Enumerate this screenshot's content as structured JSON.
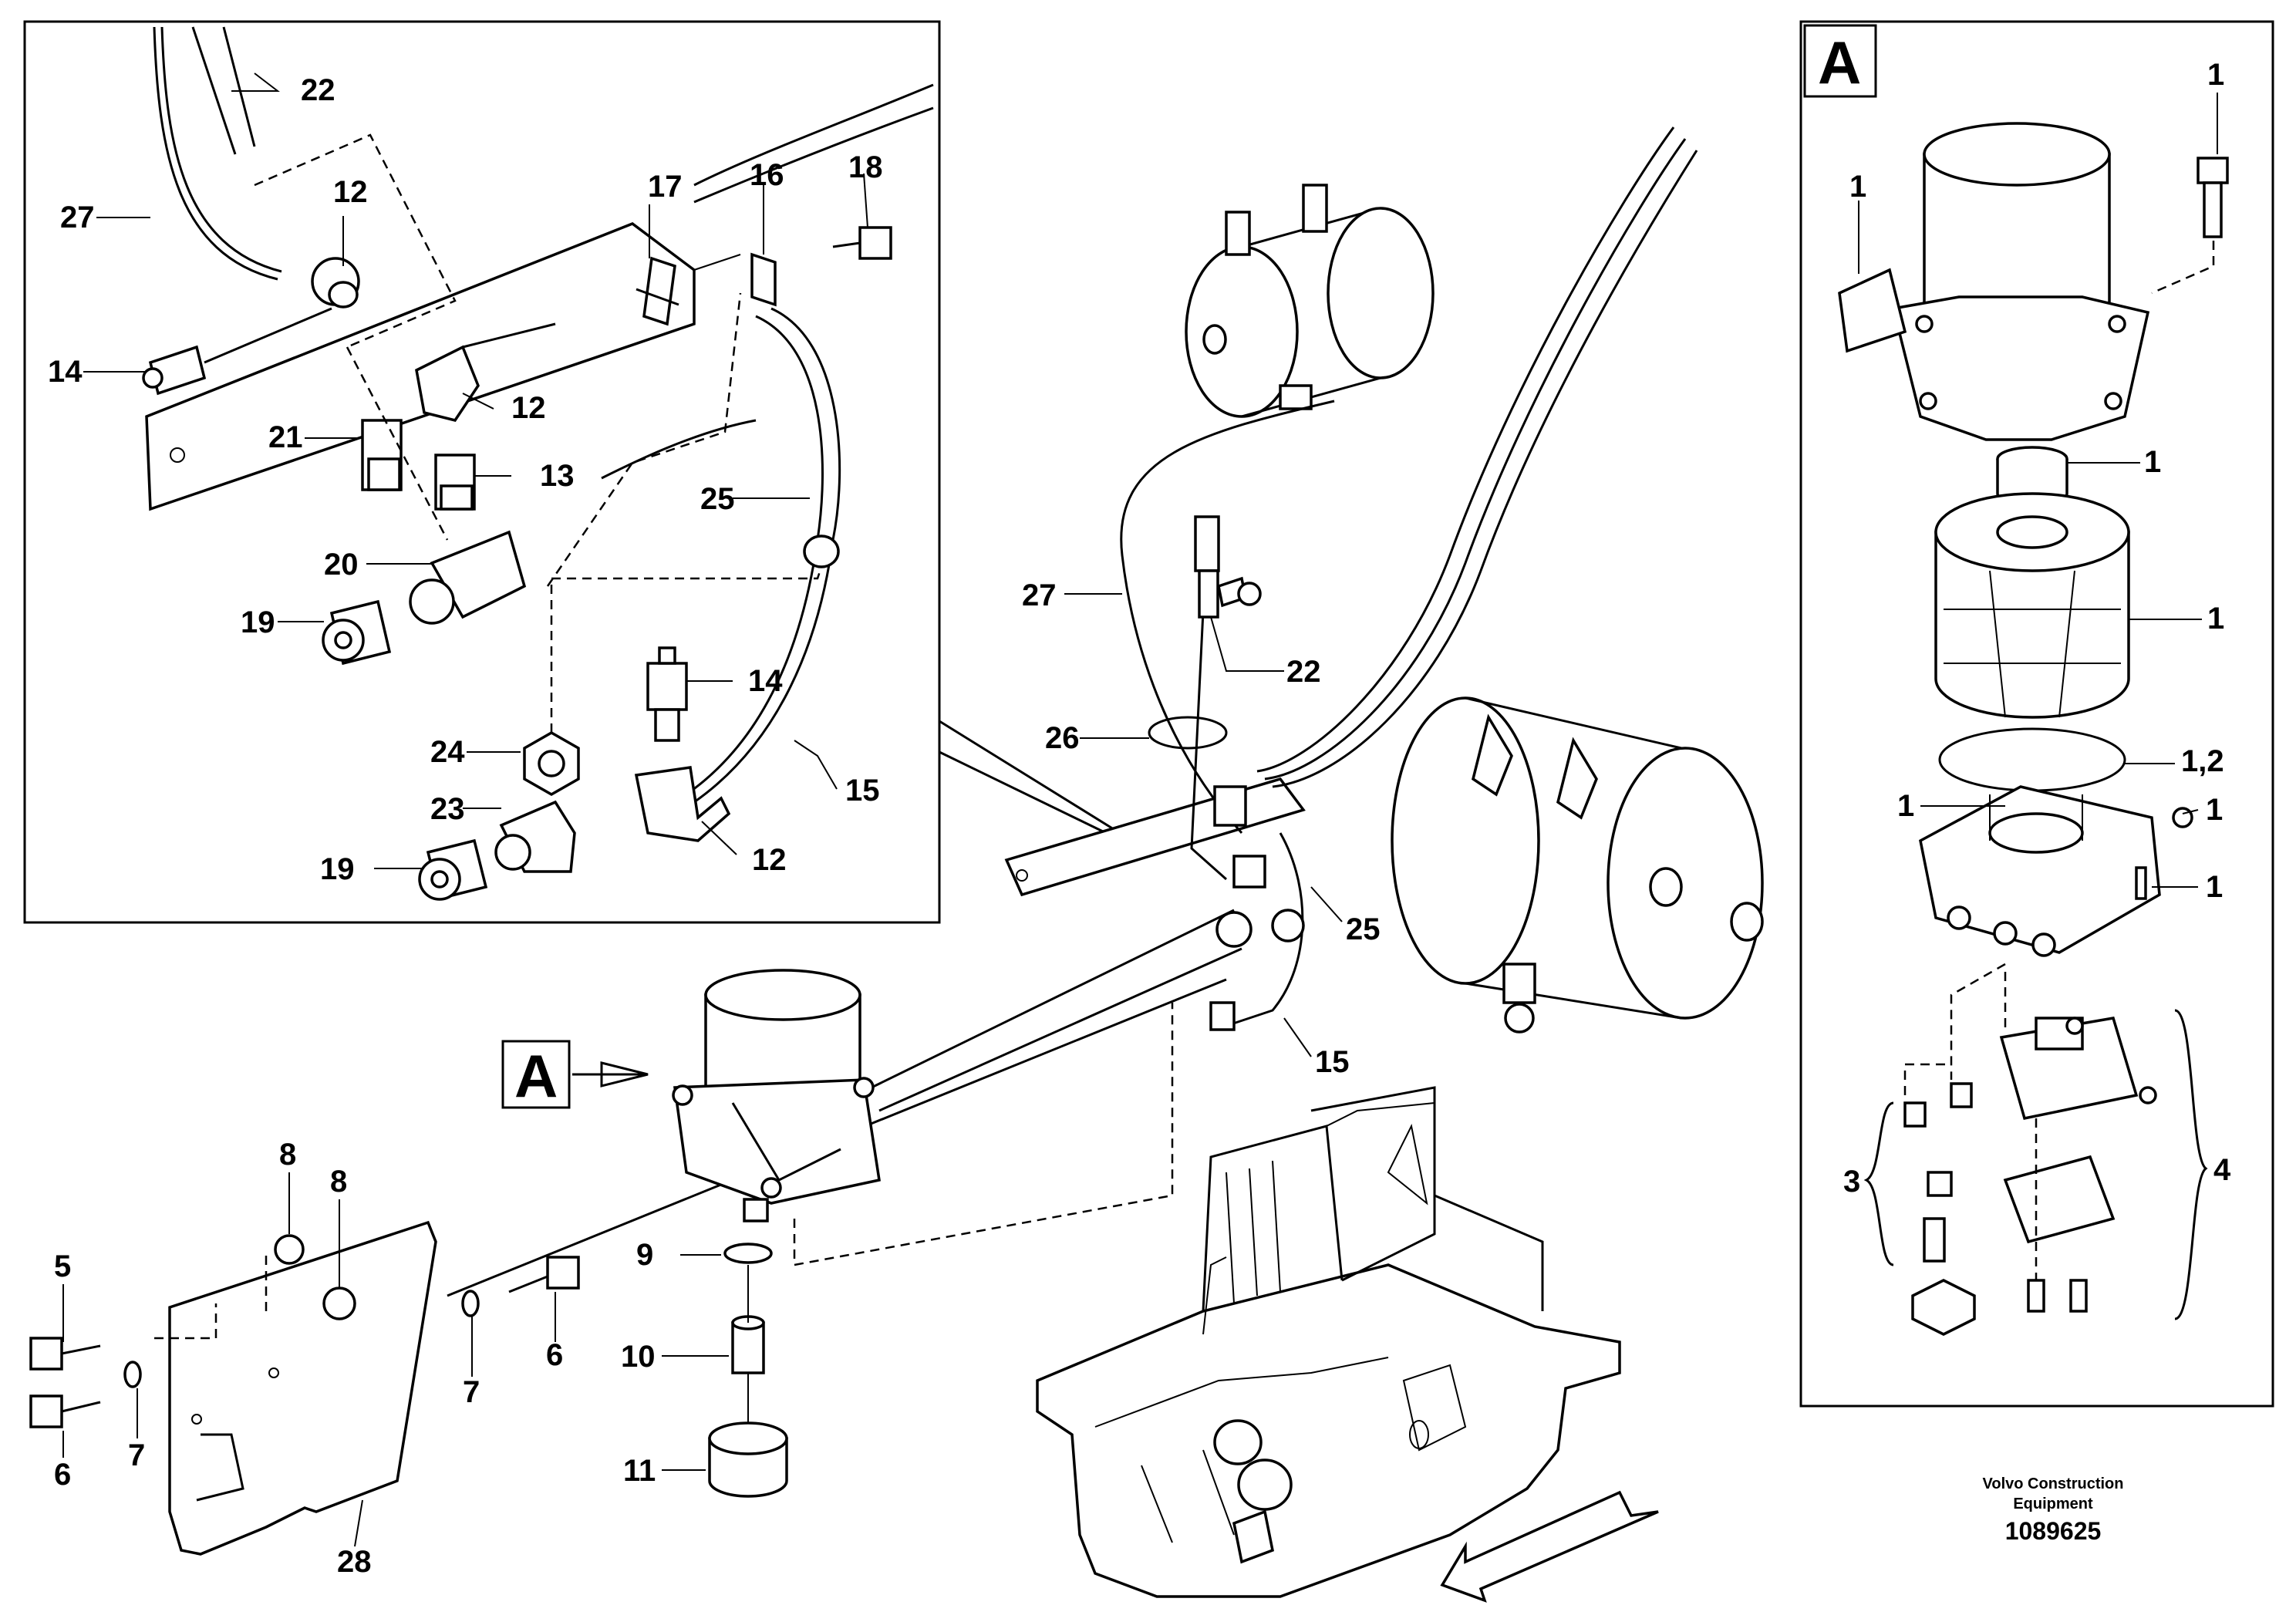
{
  "diagram": {
    "callouts": {
      "c22a": "22",
      "c27a": "27",
      "c12a": "12",
      "c17": "17",
      "c16": "16",
      "c18": "18",
      "c14a": "14",
      "c21": "21",
      "c12b": "12",
      "c13": "13",
      "c25a": "25",
      "c20": "20",
      "c19a": "19",
      "c14b": "14",
      "c24": "24",
      "c23": "23",
      "c15a": "15",
      "c19b": "19",
      "c12c": "12",
      "c27b": "27",
      "c22b": "22",
      "c26": "26",
      "c25b": "25",
      "c15b": "15",
      "c8a": "8",
      "c8b": "8",
      "c9": "9",
      "c5": "5",
      "c6a": "6",
      "c10": "10",
      "c7a": "7",
      "c6b": "6",
      "c7b": "7",
      "c11": "11",
      "c28": "28",
      "d1a": "1",
      "d1b": "1",
      "d1c": "1",
      "d1d": "1",
      "d12": "1,2",
      "d1e": "1",
      "d1f": "1",
      "d1g": "1",
      "d3": "3",
      "d4": "4"
    },
    "detail_marker": "A",
    "detail_box_label": "A",
    "footer_company_line1": "Volvo Construction",
    "footer_company_line2": "Equipment",
    "footer_drawing_number": "1089625"
  }
}
